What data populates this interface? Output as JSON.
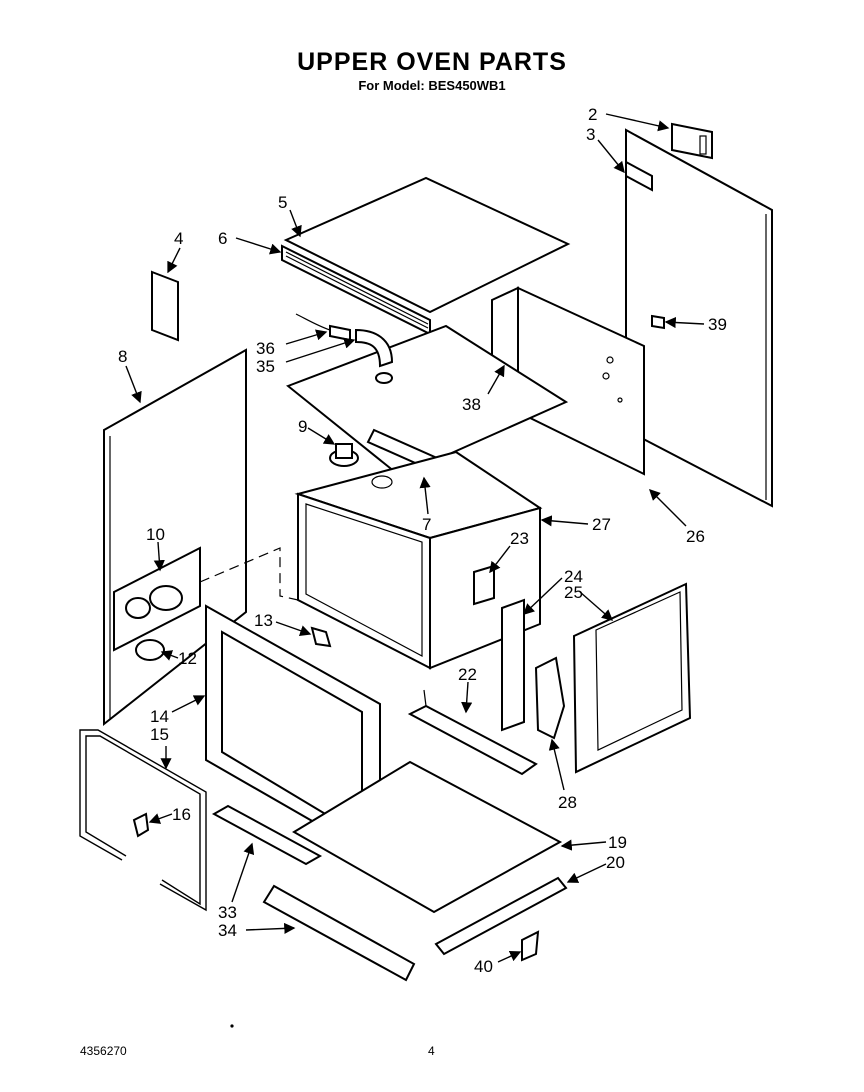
{
  "header": {
    "title": "UPPER OVEN PARTS",
    "subtitle": "For Model: BES450WB1"
  },
  "footer": {
    "doc_number": "4356270",
    "page_number": "4"
  },
  "callouts": [
    "2",
    "3",
    "4",
    "5",
    "6",
    "36",
    "35",
    "8",
    "9",
    "38",
    "39",
    "7",
    "27",
    "26",
    "10",
    "23",
    "24",
    "25",
    "13",
    "12",
    "22",
    "14",
    "15",
    "16",
    "28",
    "19",
    "20",
    "33",
    "34",
    "40"
  ]
}
